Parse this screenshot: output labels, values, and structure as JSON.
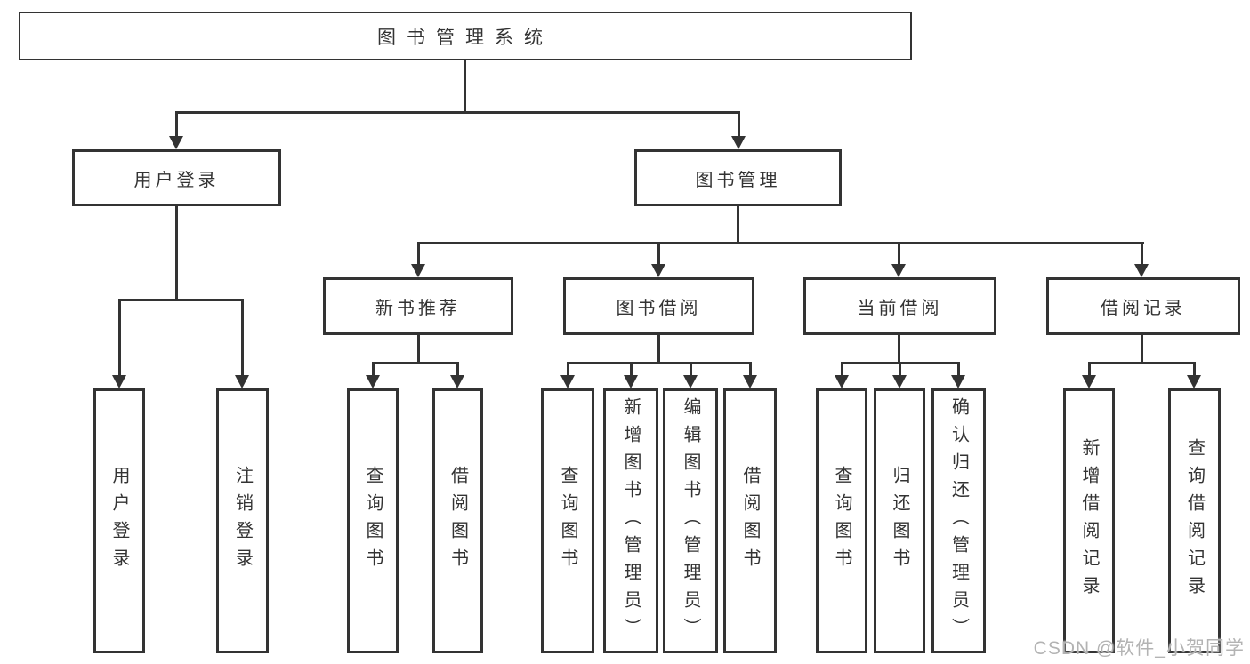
{
  "colors": {
    "line": "#333333",
    "text": "#333333",
    "node_fill": "#ffffff",
    "background": "#ffffff",
    "watermark": "#b3b3b3"
  },
  "watermark": "CSDN @软件_小贺同学",
  "diagram": {
    "root": {
      "label": "图书管理系统"
    },
    "login_branch": {
      "label": "用户登录",
      "children": [
        {
          "label": "用户登录"
        },
        {
          "label": "注销登录"
        }
      ]
    },
    "mgmt_branch": {
      "label": "图书管理",
      "sections": [
        {
          "label": "新书推荐",
          "children": [
            {
              "label": "查询图书"
            },
            {
              "label": "借阅图书"
            }
          ]
        },
        {
          "label": "图书借阅",
          "children": [
            {
              "label": "查询图书"
            },
            {
              "label": "新增图书（管理员）"
            },
            {
              "label": "编辑图书（管理员）"
            },
            {
              "label": "借阅图书"
            }
          ]
        },
        {
          "label": "当前借阅",
          "children": [
            {
              "label": "查询图书"
            },
            {
              "label": "归还图书"
            },
            {
              "label": "确认归还（管理员）"
            }
          ]
        },
        {
          "label": "借阅记录",
          "children": [
            {
              "label": "新增借阅记录"
            },
            {
              "label": "查询借阅记录"
            }
          ]
        }
      ]
    }
  }
}
